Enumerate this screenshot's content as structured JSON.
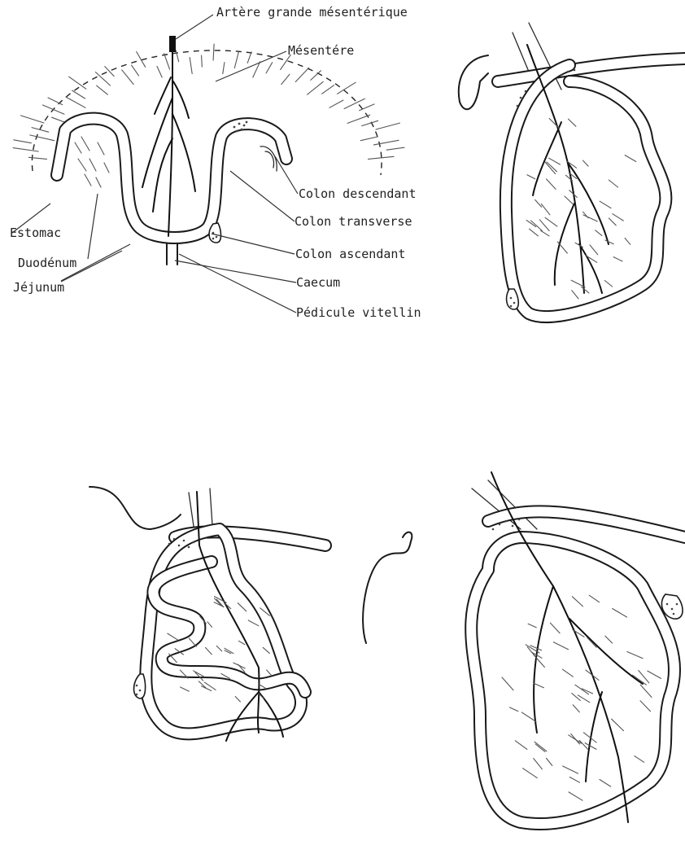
{
  "labels": {
    "artery": "Artère grande mésentérique",
    "mesentery": "Mésentére",
    "colon_descending": "Colon descendant",
    "colon_transverse": "Colon transverse",
    "stomach": "Estomac",
    "colon_ascending": "Colon ascendant",
    "duodenum": "Duodénum",
    "jejunum": "Jéjunum",
    "caecum": "Caecum",
    "vitelline_stalk": "Pédicule vitellin"
  }
}
